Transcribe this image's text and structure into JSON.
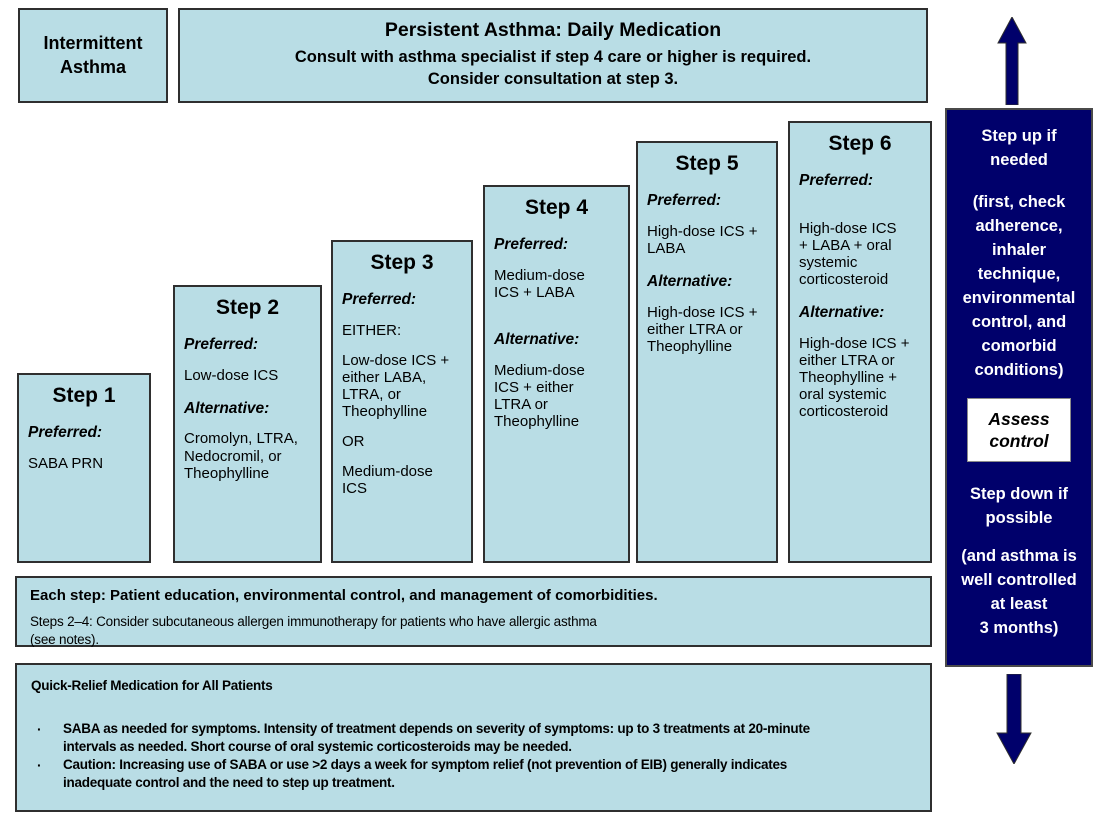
{
  "header": {
    "intermittent": "Intermittent\nAsthma",
    "persistent_title": "Persistent Asthma: Daily Medication",
    "persistent_subtitle": "Consult with asthma specialist if step 4 care or higher is required.\nConsider consultation at step 3."
  },
  "steps": [
    {
      "title": "Step 1",
      "blocks": [
        {
          "style": "label",
          "text": "Preferred:"
        },
        {
          "style": "text",
          "text": "SABA PRN"
        }
      ]
    },
    {
      "title": "Step 2",
      "blocks": [
        {
          "style": "label",
          "text": "Preferred:"
        },
        {
          "style": "text",
          "text": "Low-dose ICS"
        },
        {
          "style": "label",
          "text": "Alternative:"
        },
        {
          "style": "text",
          "text": "Cromolyn, LTRA,\nNedocromil, or\nTheophylline"
        }
      ]
    },
    {
      "title": "Step 3",
      "blocks": [
        {
          "style": "label",
          "text": "Preferred:"
        },
        {
          "style": "text",
          "text": "EITHER:"
        },
        {
          "style": "text",
          "text": "Low-dose ICS +\neither LABA,\nLTRA, or\nTheophylline"
        },
        {
          "style": "text",
          "text": "OR"
        },
        {
          "style": "text",
          "text": "Medium-dose\nICS"
        }
      ]
    },
    {
      "title": "Step 4",
      "blocks": [
        {
          "style": "label",
          "text": "Preferred:"
        },
        {
          "style": "text",
          "text": "Medium-dose\nICS + LABA"
        },
        {
          "style": "label",
          "text": "Alternative:"
        },
        {
          "style": "text",
          "text": "Medium-dose\nICS + either\nLTRA or\nTheophylline"
        }
      ]
    },
    {
      "title": "Step 5",
      "blocks": [
        {
          "style": "label",
          "text": "Preferred:"
        },
        {
          "style": "text",
          "text": "High-dose ICS +\nLABA"
        },
        {
          "style": "label",
          "text": "Alternative:"
        },
        {
          "style": "text",
          "text": "High-dose ICS +\neither LTRA or\nTheophylline"
        }
      ]
    },
    {
      "title": "Step 6",
      "blocks": [
        {
          "style": "label",
          "text": "Preferred:"
        },
        {
          "style": "text",
          "text": "High-dose ICS\n+ LABA + oral\nsystemic\ncorticosteroid"
        },
        {
          "style": "label",
          "text": "Alternative:"
        },
        {
          "style": "text",
          "text": "High-dose ICS +\neither LTRA or\nTheophylline +\noral systemic\ncorticosteroid"
        }
      ]
    }
  ],
  "each_step": {
    "line1": "Each step:  Patient education, environmental control, and management of comorbidities.",
    "line2": "Steps 2–4: Consider subcutaneous allergen immunotherapy for patients who have allergic asthma\n(see notes)."
  },
  "quick_relief": {
    "title": "Quick-Relief Medication for All Patients",
    "bullet_char": "·",
    "bullets": [
      "SABA as needed for symptoms. Intensity of treatment depends on severity of symptoms: up to 3 treatments at 20-minute\nintervals as needed. Short course of oral systemic corticosteroids may be needed.",
      "Caution: Increasing use of SABA or use >2 days a week for symptom  relief (not prevention of EIB) generally indicates\ninadequate control and the need to step up treatment."
    ]
  },
  "side_panel": {
    "step_up_title": "Step up if\nneeded",
    "step_up_note": "(first, check\nadherence,\ninhaler\ntechnique,\nenvironmental\ncontrol, and\ncomorbid\nconditions)",
    "assess_label": "Assess\ncontrol",
    "step_down_title": "Step down if\npossible",
    "step_down_note": "(and asthma is\nwell controlled\nat least\n3 months)"
  },
  "colors": {
    "light_blue": "#b9dde5",
    "navy": "#00006b"
  }
}
